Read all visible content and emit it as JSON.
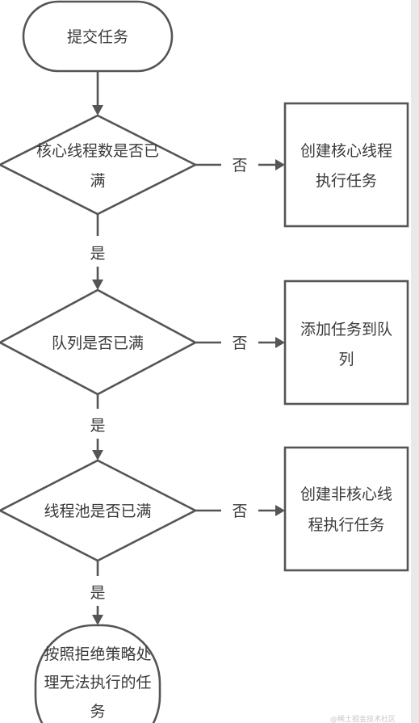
{
  "start": {
    "text": "提交任务"
  },
  "decisions": [
    {
      "lines": [
        "核心线程数是否已",
        "满"
      ],
      "no_label": "否",
      "yes_label": "是"
    },
    {
      "lines": [
        "队列是否已满"
      ],
      "no_label": "否",
      "yes_label": "是"
    },
    {
      "lines": [
        "线程池是否已满"
      ],
      "no_label": "否",
      "yes_label": "是"
    }
  ],
  "actions": [
    {
      "lines": [
        "创建核心线程",
        "执行任务"
      ]
    },
    {
      "lines": [
        "添加任务到队",
        "列"
      ]
    },
    {
      "lines": [
        "创建非核心线",
        "程执行任务"
      ]
    }
  ],
  "end": {
    "lines": [
      "按照拒绝策略处",
      "理无法执行的任",
      "务"
    ]
  },
  "watermark": "@稀土掘金技术社区"
}
